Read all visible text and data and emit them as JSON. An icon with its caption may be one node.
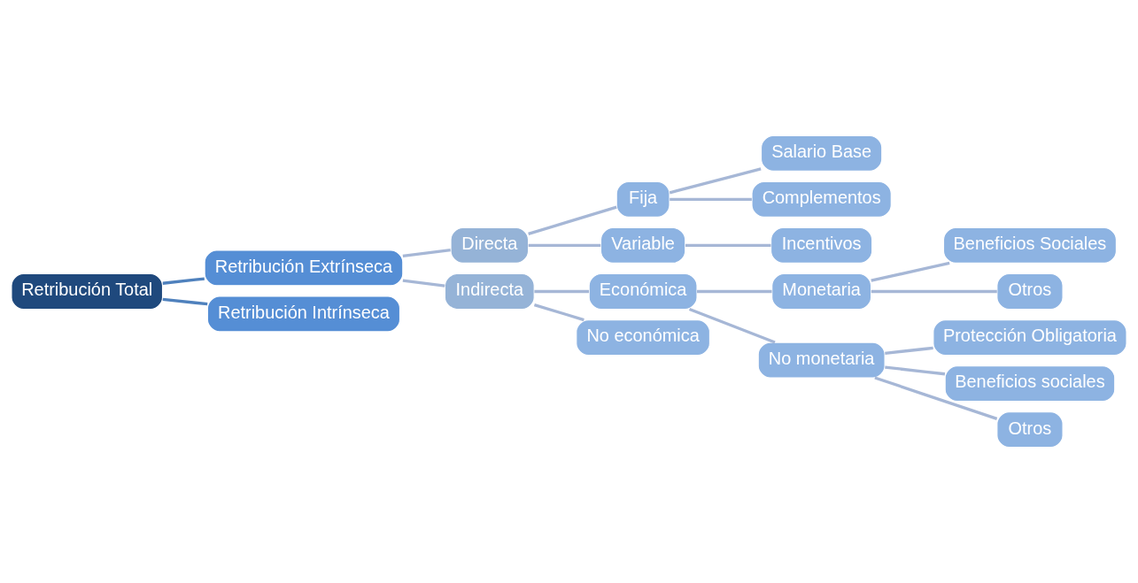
{
  "diagram": {
    "nodes": [
      {
        "text": [
          "Retribución Total"
        ]
      },
      {
        "text": [
          "Retribución Extrínseca"
        ]
      },
      {
        "text": [
          "Retribución Intrínseca"
        ]
      },
      {
        "text": [
          "Directa"
        ]
      },
      {
        "text": [
          "Indirecta"
        ]
      },
      {
        "text": [
          "Fija"
        ]
      },
      {
        "text": [
          "Variable"
        ]
      },
      {
        "text": [
          "Salario Base"
        ]
      },
      {
        "text": [
          "Complementos"
        ]
      },
      {
        "text": [
          "Incentivos"
        ]
      },
      {
        "text": [
          "Económica"
        ]
      },
      {
        "text": [
          "No económica"
        ]
      },
      {
        "text": [
          "Monetaria"
        ]
      },
      {
        "text": [
          "No monetaria"
        ]
      },
      {
        "text": [
          "Beneficios Sociales"
        ]
      },
      {
        "text": [
          "Otros"
        ]
      },
      {
        "text": [
          "Protección Obligatoria"
        ]
      },
      {
        "text": [
          "Beneficios sociales"
        ]
      },
      {
        "text": [
          "Otros"
        ]
      }
    ],
    "edges": [
      {
        "from": 0,
        "to": 1,
        "arrow": "none",
        "color": "#4f81bd"
      },
      {
        "from": 0,
        "to": 2,
        "arrow": "none",
        "color": "#4f81bd"
      },
      {
        "from": 1,
        "to": 3,
        "arrow": "none"
      },
      {
        "from": 1,
        "to": 4,
        "arrow": "none"
      },
      {
        "from": 3,
        "to": 5,
        "arrow": "none"
      },
      {
        "from": 3,
        "to": 6,
        "arrow": "none"
      },
      {
        "from": 5,
        "to": 7,
        "arrow": "none"
      },
      {
        "from": 5,
        "to": 8,
        "arrow": "none"
      },
      {
        "from": 6,
        "to": 9,
        "arrow": "none"
      },
      {
        "from": 4,
        "to": 10,
        "arrow": "none"
      },
      {
        "from": 4,
        "to": 11,
        "arrow": "none"
      },
      {
        "from": 10,
        "to": 12,
        "arrow": "none"
      },
      {
        "from": 10,
        "to": 13,
        "arrow": "none"
      },
      {
        "from": 12,
        "to": 14,
        "arrow": "none"
      },
      {
        "from": 12,
        "to": 15,
        "arrow": "none"
      },
      {
        "from": 13,
        "to": 16,
        "arrow": "none"
      },
      {
        "from": 13,
        "to": 17,
        "arrow": "none"
      },
      {
        "from": 13,
        "to": 18,
        "arrow": "none"
      }
    ]
  }
}
